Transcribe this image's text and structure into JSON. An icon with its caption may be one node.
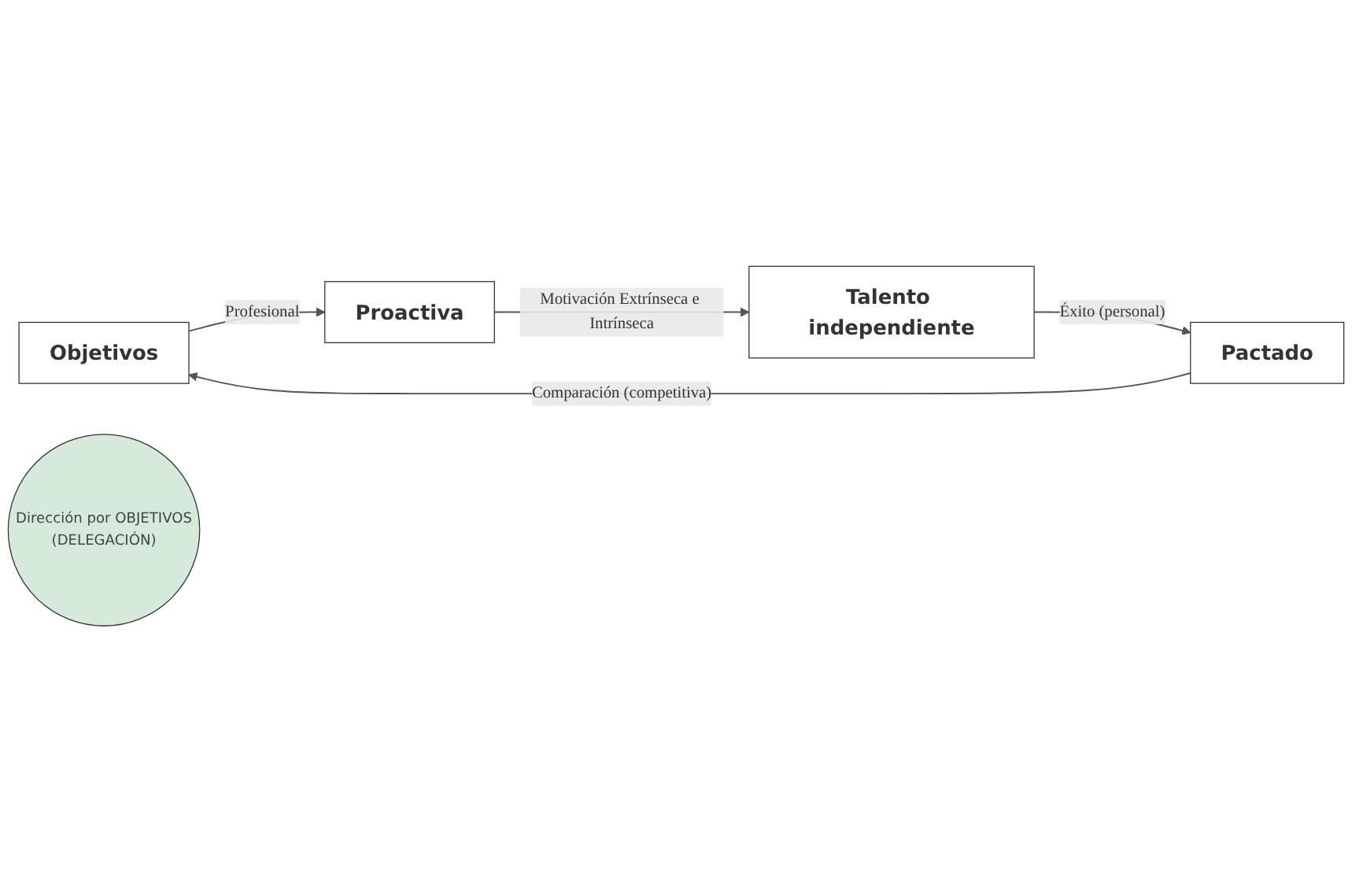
{
  "diagram": {
    "nodes": [
      {
        "text": [
          "Objetivos"
        ]
      },
      {
        "text": [
          "Proactiva"
        ]
      },
      {
        "text": [
          "Talento independiente"
        ]
      },
      {
        "text": [
          "Pactado"
        ]
      },
      {
        "text": [
          "Dirección por OBJETIVOS",
          "(DELEGACIÓN)"
        ]
      }
    ],
    "edges": [
      {
        "from": 3,
        "to": 0,
        "arrow": "to",
        "label": "Comparación (competitiva)"
      },
      {
        "from": 0,
        "to": 1,
        "arrow": "to",
        "label": "Profesional"
      },
      {
        "from": 1,
        "to": 2,
        "arrow": "to",
        "label": "Motivación Extrínseca e Intrínseca"
      },
      {
        "from": 2,
        "to": 3,
        "arrow": "to",
        "label": "Éxito (personal)"
      }
    ]
  }
}
